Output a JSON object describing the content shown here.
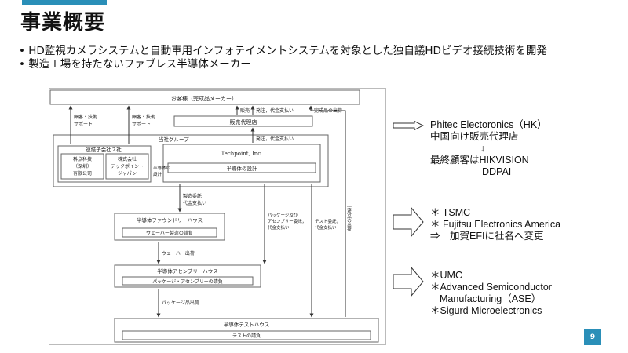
{
  "title": "事業概要",
  "bullets": [
    "• HD監視カメラシステムと自動車用インフォテイメントシステムを対象とした独自議HDビデオ接続技術を開発",
    "• 製造工場を持たないファブレス半導体メーカー"
  ],
  "diagram": {
    "customer": "お客様（完成品メーカー）",
    "distributor": "販売代理店",
    "sales_label": "販売",
    "order_label": "発注，代金支払い",
    "finished_ship_label": "完成品の出荷",
    "support_left": [
      "顧客・技術",
      "サポート"
    ],
    "support_right": [
      "顧客・技術",
      "サポート"
    ],
    "group": "当社グループ",
    "subsidiary_group": "連結子会社２社",
    "sub1": [
      "科点科技",
      "（深圳）",
      "有限公司"
    ],
    "sub2": [
      "株式会社",
      "テックポイント",
      "ジャパン"
    ],
    "techpoint": "Techpoint, Inc.",
    "design": "半導体の設計",
    "design_side": [
      "半導体の",
      "設計"
    ],
    "order2_label": "発注，代金支払い",
    "foundry_order": [
      "製造委託，",
      "代金支払い"
    ],
    "foundry": "半導体ファウンドリーハウス",
    "foundry_sub": "ウェーハー製造の請負",
    "wafer_ship": "ウェーハー出荷",
    "assembly_order": [
      "パッケージ及び",
      "アセンブリー委託，",
      "代金支払い"
    ],
    "test_order": [
      "テスト委託，",
      "代金支払い"
    ],
    "finished_ship_vertical": "完成品の出荷",
    "assembly": "半導体アセンブリーハウス",
    "assembly_sub": "パッケージ・アセンブリーの請負",
    "package_ship": "パッケージ品出荷",
    "test_house": "半導体テストハウス",
    "test_sub": "テストの請負"
  },
  "side": {
    "distributor": [
      "Phitec Electoronics（HK）",
      "中国向け販売代理店",
      "↓",
      "最終顧客はHIKVISION",
      "DDPAI"
    ],
    "foundry": [
      "＊ TSMC",
      "＊ Fujitsu Electronics America",
      "⇒　加賀EFIに社名へ変更"
    ],
    "assembly": [
      "＊UMC",
      "＊Advanced Semiconductor",
      "Manufacturing（ASE）",
      "＊Sigurd Microelectronics"
    ]
  },
  "page_number": "9"
}
